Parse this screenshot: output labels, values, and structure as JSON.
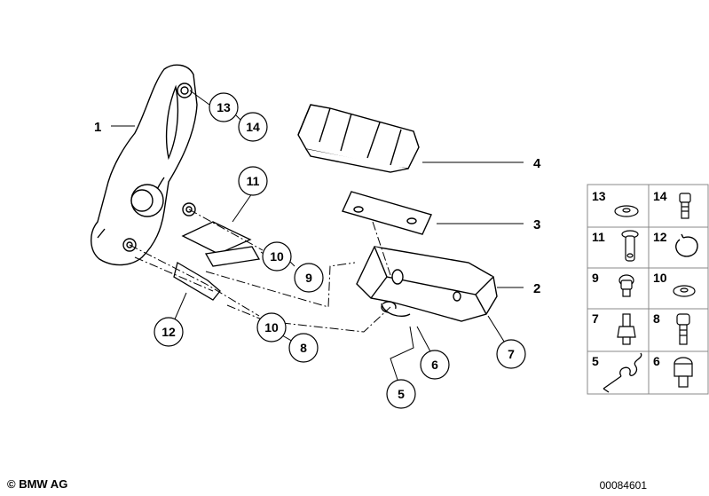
{
  "diagram": {
    "callouts": {
      "c1": "1",
      "c2": "2",
      "c3": "3",
      "c4": "4",
      "c5": "5",
      "c6": "6",
      "c7": "7",
      "c8": "8",
      "c9": "9",
      "c10a": "10",
      "c10b": "10",
      "c11": "11",
      "c12": "12",
      "c13": "13",
      "c14": "14"
    }
  },
  "legend": {
    "cells": [
      {
        "num": "13",
        "icon": "washer-icon"
      },
      {
        "num": "14",
        "icon": "screw-icon"
      },
      {
        "num": "11",
        "icon": "pin-icon"
      },
      {
        "num": "12",
        "icon": "circlip-icon"
      },
      {
        "num": "9",
        "icon": "screw-icon"
      },
      {
        "num": "10",
        "icon": "washer-icon"
      },
      {
        "num": "7",
        "icon": "stud-icon"
      },
      {
        "num": "8",
        "icon": "screw-icon"
      },
      {
        "num": "5",
        "icon": "spring-icon"
      },
      {
        "num": "6",
        "icon": "screw-icon"
      }
    ]
  },
  "footer": {
    "copyright": "© BMW AG",
    "diagram_number": "00084601"
  }
}
